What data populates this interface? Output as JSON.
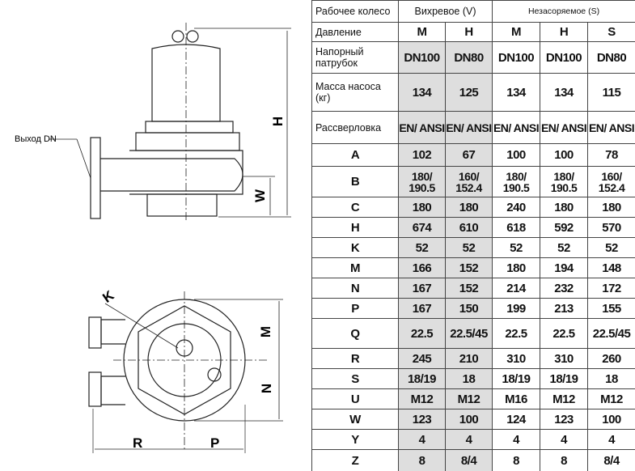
{
  "drawing": {
    "outlet_label": "Выход DN",
    "dims": [
      "H",
      "W",
      "K",
      "M",
      "N",
      "R",
      "P"
    ]
  },
  "table": {
    "impeller_label": "Рабочее колесо",
    "vortex_label": "Вихревое (V)",
    "nonclog_label": "Незасоряемое (S)",
    "pressure_label": "Давление",
    "pressures": [
      "M",
      "H",
      "M",
      "H",
      "S"
    ],
    "rows": [
      {
        "label": "Напорный патрубок",
        "values": [
          "DN100",
          "DN80",
          "DN100",
          "DN100",
          "DN80"
        ]
      },
      {
        "label": "Масса насоса (кг)",
        "values": [
          "134",
          "125",
          "134",
          "134",
          "115"
        ]
      },
      {
        "label": "Рассверловка",
        "values": [
          "EN/ ANSI",
          "EN/ ANSI",
          "EN/ ANSI",
          "EN/ ANSI",
          "EN/ ANSI"
        ]
      },
      {
        "label": "A",
        "values": [
          "102",
          "67",
          "100",
          "100",
          "78"
        ]
      },
      {
        "label": "B",
        "values": [
          "180/ 190.5",
          "160/ 152.4",
          "180/ 190.5",
          "180/ 190.5",
          "160/ 152.4"
        ]
      },
      {
        "label": "C",
        "values": [
          "180",
          "180",
          "240",
          "180",
          "180"
        ]
      },
      {
        "label": "H",
        "values": [
          "674",
          "610",
          "618",
          "592",
          "570"
        ]
      },
      {
        "label": "K",
        "values": [
          "52",
          "52",
          "52",
          "52",
          "52"
        ]
      },
      {
        "label": "M",
        "values": [
          "166",
          "152",
          "180",
          "194",
          "148"
        ]
      },
      {
        "label": "N",
        "values": [
          "167",
          "152",
          "214",
          "232",
          "172"
        ]
      },
      {
        "label": "P",
        "values": [
          "167",
          "150",
          "199",
          "213",
          "155"
        ]
      },
      {
        "label": "Q",
        "values": [
          "22.5",
          "22.5/45",
          "22.5",
          "22.5",
          "22.5/45"
        ]
      },
      {
        "label": "R",
        "values": [
          "245",
          "210",
          "310",
          "310",
          "260"
        ]
      },
      {
        "label": "S",
        "values": [
          "18/19",
          "18",
          "18/19",
          "18/19",
          "18"
        ]
      },
      {
        "label": "U",
        "values": [
          "M12",
          "M12",
          "M16",
          "M12",
          "M12"
        ]
      },
      {
        "label": "W",
        "values": [
          "123",
          "100",
          "124",
          "123",
          "100"
        ]
      },
      {
        "label": "Y",
        "values": [
          "4",
          "4",
          "4",
          "4",
          "4"
        ]
      },
      {
        "label": "Z",
        "values": [
          "8",
          "8/4",
          "8",
          "8",
          "8/4"
        ]
      }
    ]
  }
}
